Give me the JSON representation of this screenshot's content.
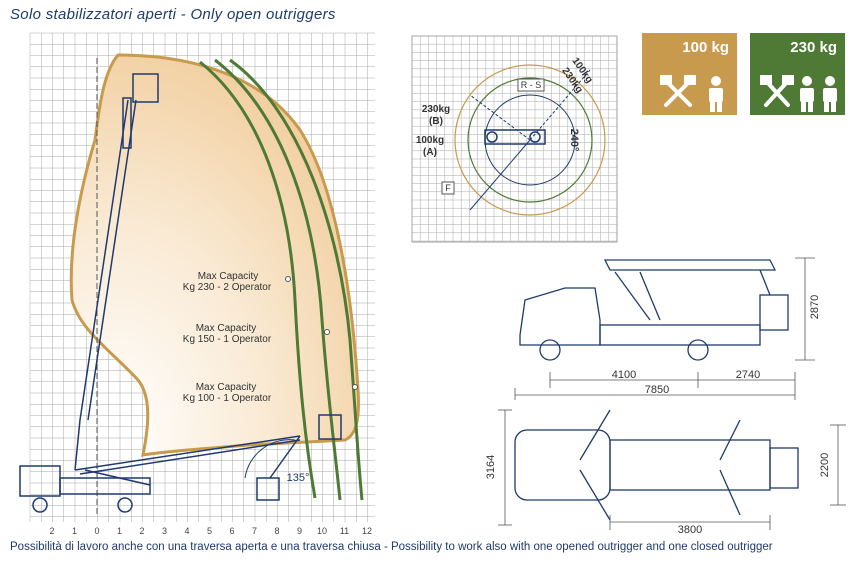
{
  "header": {
    "title": "Solo stabilizzatori aperti - Only open outriggers"
  },
  "footer": {
    "text": "Possibilità di lavoro anche con una traversa aperta e una traversa chiusa  -  Possibility to work also with one opened outrigger and one closed outrigger"
  },
  "badges": [
    {
      "label": "100 kg",
      "color": "#c89a4e",
      "icons": [
        "tools-icon",
        "operator-icon"
      ]
    },
    {
      "label": "230 kg",
      "color": "#4e7a35",
      "icons": [
        "tools-icon",
        "operator-icon",
        "operator-icon"
      ]
    }
  ],
  "working_area": {
    "x_ticks": [
      "2",
      "1",
      "0",
      "1",
      "2",
      "3",
      "4",
      "5",
      "6",
      "7",
      "8",
      "9",
      "10",
      "11",
      "12"
    ],
    "curves": [
      {
        "label_line1": "Max Capacity",
        "label_line2": "Kg 230 - 2 Operator"
      },
      {
        "label_line1": "Max Capacity",
        "label_line2": "Kg 150 - 1 Operator"
      },
      {
        "label_line1": "Max Capacity",
        "label_line2": "Kg 100 - 1 Operator"
      }
    ],
    "angle_label": "135°"
  },
  "top_view": {
    "rs_label": "R - S",
    "f_label": "F",
    "label_230": "230kg",
    "label_230_sub": "(B)",
    "label_100": "100kg",
    "label_100_sub": "(A)",
    "angle_label": "240°",
    "diag_label_230": "230kg",
    "diag_label_100": "100kg"
  },
  "dimensions": {
    "height": "2870",
    "len_4100": "4100",
    "len_2740": "2740",
    "len_7850": "7850",
    "width_3164": "3164",
    "len_3800": "3800",
    "width_2200": "2200"
  },
  "colors": {
    "envelope": "#c89a4e",
    "curve": "#4e7a35",
    "blue": "#1f3a6e",
    "grid": "#9a9a9a"
  }
}
